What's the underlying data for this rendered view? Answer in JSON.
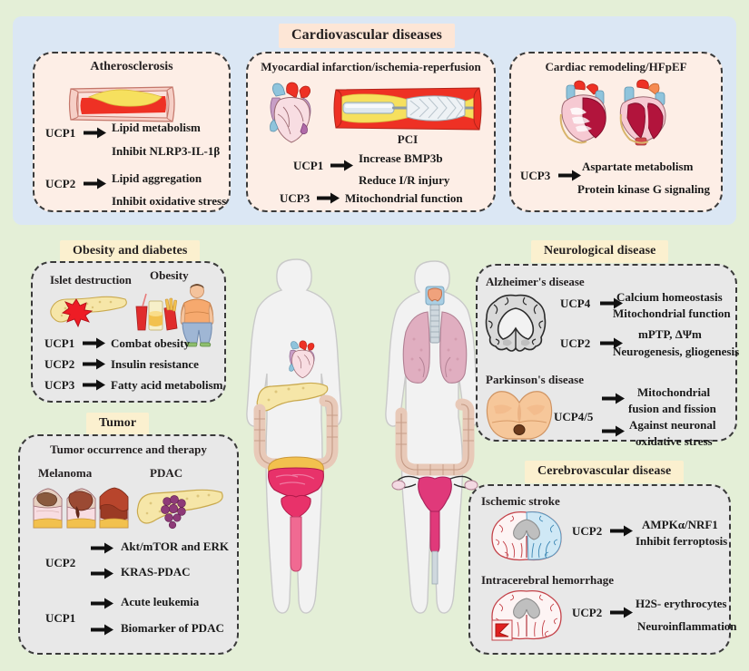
{
  "page": {
    "background": "#e4efd7",
    "band_background": "#dbe7f4",
    "panel_peach": "#fdeee6",
    "panel_gray": "#e8e8e8",
    "banner_peach": "#fde6d6",
    "banner_cream": "#fbf0cf"
  },
  "sections": {
    "cardiovascular": {
      "banner": "Cardiovascular diseases",
      "panels": {
        "atherosclerosis": {
          "title": "Atherosclerosis",
          "illustration": "artery-plaque-cutaway",
          "rows": [
            {
              "source": "UCP1",
              "targets": [
                "Lipid metabolism",
                "Inhibit NLRP3-IL-1β"
              ]
            },
            {
              "source": "UCP2",
              "targets": [
                "Lipid aggregation",
                "Inhibit oxidative stress"
              ]
            }
          ]
        },
        "myocardial_infarction": {
          "title": "Myocardial infarction/ischemia-reperfusion",
          "illustration_heart": "anatomical-heart",
          "illustration_stent": "coronary-stent-balloon",
          "caption": "PCI",
          "rows": [
            {
              "source": "UCP1",
              "targets": [
                "Increase BMP3b",
                "Reduce I/R injury"
              ]
            },
            {
              "source": "UCP3",
              "targets": [
                "Mitochondrial function"
              ]
            }
          ]
        },
        "cardiac_remodeling": {
          "title": "Cardiac remodeling/HFpEF",
          "illustration": "two-heart-cross-sections",
          "rows": [
            {
              "source": "UCP3",
              "targets": [
                "Aspartate metabolism",
                "Protein kinase G signaling"
              ]
            }
          ]
        }
      }
    },
    "obesity_diabetes": {
      "banner": "Obesity and diabetes",
      "panel": {
        "sub_left": "Islet destruction",
        "sub_right": "Obesity",
        "illustration_left": "pancreas-islet-damage",
        "illustration_food": "fast-food-drinks",
        "illustration_person": "obese-person",
        "rows": [
          {
            "source": "UCP1",
            "targets": [
              "Combat obesity"
            ]
          },
          {
            "source": "UCP2",
            "targets": [
              "Insulin resistance"
            ]
          },
          {
            "source": "UCP3",
            "targets": [
              "Fatty acid metabolism"
            ]
          }
        ]
      }
    },
    "tumor": {
      "banner": "Tumor",
      "panel": {
        "title": "Tumor occurrence and therapy",
        "sub_left": "Melanoma",
        "sub_right": "PDAC",
        "illustration_left": "melanoma-skin-stages",
        "illustration_right": "pancreas-tumor",
        "rows": [
          {
            "source": "UCP2",
            "targets": [
              "Akt/mTOR and ERK",
              "KRAS-PDAC"
            ]
          },
          {
            "source": "UCP1",
            "targets": [
              "Acute leukemia",
              "Biomarker of PDAC"
            ]
          }
        ]
      }
    },
    "neurological": {
      "banner": "Neurological disease",
      "panel": {
        "alzheimer": {
          "title": "Alzheimer's disease",
          "illustration": "brain-coronal-atrophy",
          "rows": [
            {
              "source": "UCP4",
              "targets": [
                "Calcium homeostasis",
                "Mitochondrial function"
              ]
            },
            {
              "source": "UCP2",
              "targets": [
                "mPTP,  ΔΨm",
                "Neurogenesis, gliogenesis"
              ]
            }
          ]
        },
        "parkinson": {
          "title": "Parkinson's disease",
          "illustration": "midbrain-substantia-nigra",
          "rows": [
            {
              "source": "UCP4/5",
              "targets": [
                "Mitochondrial\nfusion and fission",
                "Against neuronal\noxidative stress"
              ]
            }
          ],
          "target_lines": [
            [
              "Mitochondrial",
              "fusion and fission"
            ],
            [
              "Against neuronal",
              "oxidative stress"
            ]
          ]
        }
      }
    },
    "cerebrovascular": {
      "banner": "Cerebrovascular disease",
      "panel": {
        "ischemic_stroke": {
          "title": "Ischemic stroke",
          "illustration": "brain-coronal-ischemia",
          "rows": [
            {
              "source": "UCP2",
              "targets": [
                "AMPKα/NRF1",
                "Inhibit ferroptosis"
              ]
            }
          ]
        },
        "hemorrhage": {
          "title": "Intracerebral hemorrhage",
          "illustration": "brain-coronal-hemorrhage",
          "rows": [
            {
              "source": "UCP2",
              "targets": [
                "H2S- erythrocytes",
                "Neuroinflammation"
              ]
            }
          ]
        }
      }
    },
    "center": {
      "male_figure": "male-body-silhouette-organs",
      "female_figure": "female-body-silhouette-organs",
      "male_organs": [
        "heart",
        "pancreas",
        "colon",
        "bladder",
        "prostate"
      ],
      "female_organs": [
        "thyroid",
        "lungs",
        "colon",
        "uterus",
        "ovaries"
      ]
    }
  }
}
